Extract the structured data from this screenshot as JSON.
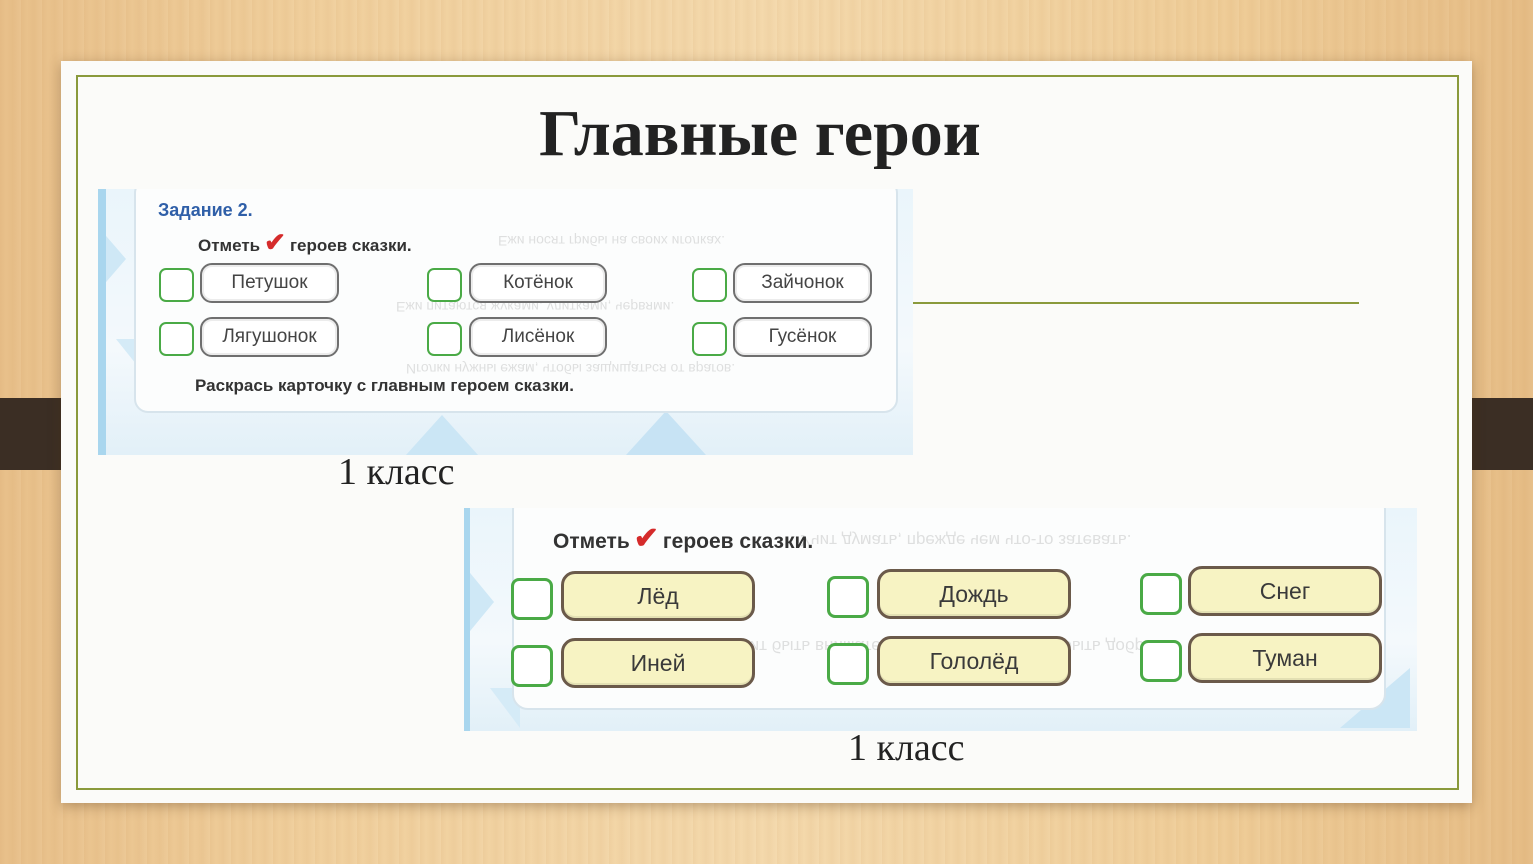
{
  "slide": {
    "title": "Главные герои"
  },
  "card1": {
    "task_label": "Задание 2.",
    "instruction_before": "Отметь",
    "check_mark": "✔",
    "instruction_after": "героев сказки.",
    "words": [
      "Петушок",
      "Котёнок",
      "Зайчонок",
      "Лягушонок",
      "Лисёнок",
      "Гусёнок"
    ],
    "footer": "Раскрась карточку с главным героем сказки.",
    "ghost_lines": [
      "Ежи носят грибы на своих иголках.",
      "Ежи питаются жуками, улитками, червями.",
      "Иголки нужны ежам, чтобы защищаться от врагов."
    ],
    "caption": "1 класс"
  },
  "card2": {
    "instruction_before": "Отметь",
    "check_mark": "✔",
    "instruction_after": "героев сказки.",
    "words": [
      "Лёд",
      "Дождь",
      "Снег",
      "Иней",
      "Гололёд",
      "Туман"
    ],
    "ghost_lines": [
      "Учит думать, прежде чем что-то затевать.",
      "Учит быть внимательным к окружающим, быть добрым."
    ],
    "caption": "1 класс"
  },
  "colors": {
    "frame": "#8a9a3c",
    "checkbox": "#4aaa46",
    "check_mark": "#d52b2b",
    "task_label": "#2f5fa8",
    "yellow_card": "#f7f3c3"
  }
}
